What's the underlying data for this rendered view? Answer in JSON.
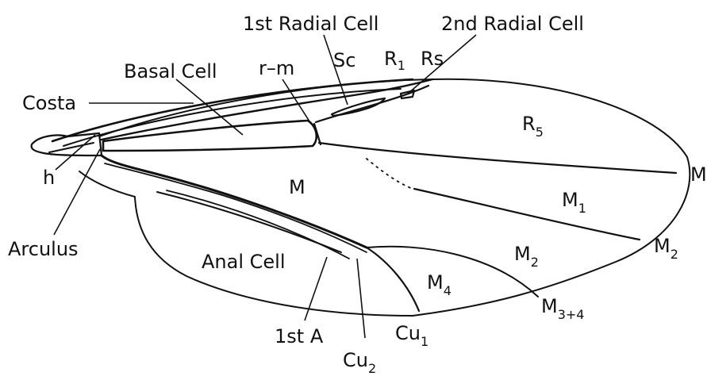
{
  "labels": {
    "first_radial_cell": "1st Radial Cell",
    "second_radial_cell": "2nd Radial Cell",
    "basal_cell": "Basal Cell",
    "r_m": "r–m",
    "sc": "Sc",
    "r1": {
      "base": "R",
      "sub": "1"
    },
    "rs": "Rs",
    "costa": "Costa",
    "r5": {
      "base": "R",
      "sub": "5"
    },
    "m_cell": "M",
    "m_edge": "M",
    "m1": {
      "base": "M",
      "sub": "1"
    },
    "m2_cell": {
      "base": "M",
      "sub": "2"
    },
    "m2_edge": {
      "base": "M",
      "sub": "2"
    },
    "m3_4": {
      "base": "M",
      "sub": "3+4"
    },
    "m4": {
      "base": "M",
      "sub": "4"
    },
    "h": "h",
    "arculus": "Arculus",
    "anal_cell": "Anal Cell",
    "first_a": "1st A",
    "cu1": {
      "base": "Cu",
      "sub": "1"
    },
    "cu2": {
      "base": "Cu",
      "sub": "2"
    }
  }
}
